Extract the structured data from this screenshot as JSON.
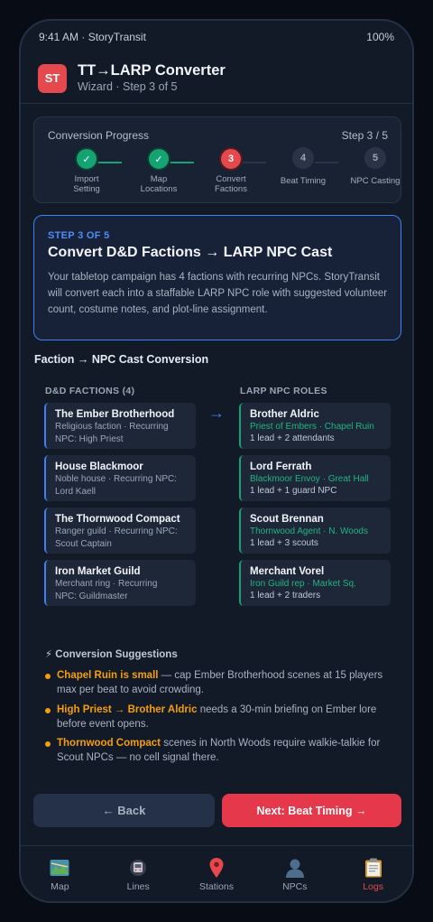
{
  "status": {
    "time_app": "9:41 AM · StoryTransit",
    "battery": "100%"
  },
  "app": {
    "logo": "ST",
    "title": "TT→LARP Converter",
    "subtitle": "Wizard · Step 3 of 5"
  },
  "progress": {
    "title": "Conversion Progress",
    "step_text": "Step 3 / 5",
    "steps": [
      {
        "label1": "Import",
        "label2": "Setting",
        "state": "done",
        "mark": "✓"
      },
      {
        "label1": "Map",
        "label2": "Locations",
        "state": "done",
        "mark": "✓"
      },
      {
        "label1": "Convert",
        "label2": "Factions",
        "state": "active",
        "mark": "3"
      },
      {
        "label1": "Beat Timing",
        "label2": "",
        "state": "todo",
        "mark": "4"
      },
      {
        "label1": "NPC Casting",
        "label2": "",
        "state": "todo",
        "mark": "5"
      }
    ]
  },
  "intro": {
    "step_label": "STEP 3 OF 5",
    "title": "Convert D&D Factions → LARP NPC Cast",
    "description": "Your tabletop campaign has 4 factions with recurring NPCs. StoryTransit will convert each into a staffable LARP NPC role with suggested volunteer count, costume notes, and plot-line assignment."
  },
  "conversion": {
    "title": "Faction → NPC Cast Conversion",
    "left_header": "D&D FACTIONS (4)",
    "right_header": "LARP NPC ROLES",
    "arrow": "→",
    "factions": [
      {
        "name": "The Ember Brotherhood",
        "line1": "Religious faction · Recurring",
        "line2": "NPC: High Priest"
      },
      {
        "name": "House Blackmoor",
        "line1": "Noble house · Recurring NPC:",
        "line2": "Lord Kaell"
      },
      {
        "name": "The Thornwood Compact",
        "line1": "Ranger guild · Recurring NPC:",
        "line2": "Scout Captain"
      },
      {
        "name": "Iron Market Guild",
        "line1": "Merchant ring · Recurring",
        "line2": "NPC: Guildmaster"
      }
    ],
    "roles": [
      {
        "name": "Brother Aldric",
        "role": "Priest of Embers · Chapel Ruin",
        "staff": "1 lead + 2 attendants"
      },
      {
        "name": "Lord Ferrath",
        "role": "Blackmoor Envoy · Great Hall",
        "staff": "1 lead + 1 guard NPC"
      },
      {
        "name": "Scout Brennan",
        "role": "Thornwood Agent · N. Woods",
        "staff": "1 lead + 3 scouts"
      },
      {
        "name": "Merchant Vorel",
        "role": "Iron Guild rep · Market Sq.",
        "staff": "1 lead + 2 traders"
      }
    ]
  },
  "suggestions": {
    "title": "⚡ Conversion Suggestions",
    "items": [
      {
        "highlight": "Chapel Ruin is small",
        "text": " — cap Ember Brotherhood scenes at 15 players max per beat to avoid crowding."
      },
      {
        "highlight": "High Priest → Brother Aldric",
        "text": " needs a 30-min briefing on Ember lore before event opens."
      },
      {
        "highlight": "Thornwood Compact",
        "text": " scenes in North Woods require walkie-talkie for Scout NPCs — no cell signal there."
      }
    ],
    "accent_color": "#f59e0b"
  },
  "buttons": {
    "back": "← Back",
    "next": "Next: Beat Timing →"
  },
  "tabs": [
    {
      "label": "Map",
      "icon": "map-icon"
    },
    {
      "label": "Lines",
      "icon": "train-icon"
    },
    {
      "label": "Stations",
      "icon": "pin-icon"
    },
    {
      "label": "NPCs",
      "icon": "person-icon"
    },
    {
      "label": "Logs",
      "icon": "clipboard-icon",
      "active": true
    }
  ],
  "colors": {
    "accent": "#e5484d",
    "success": "#15a374",
    "info": "#3b82f6"
  }
}
